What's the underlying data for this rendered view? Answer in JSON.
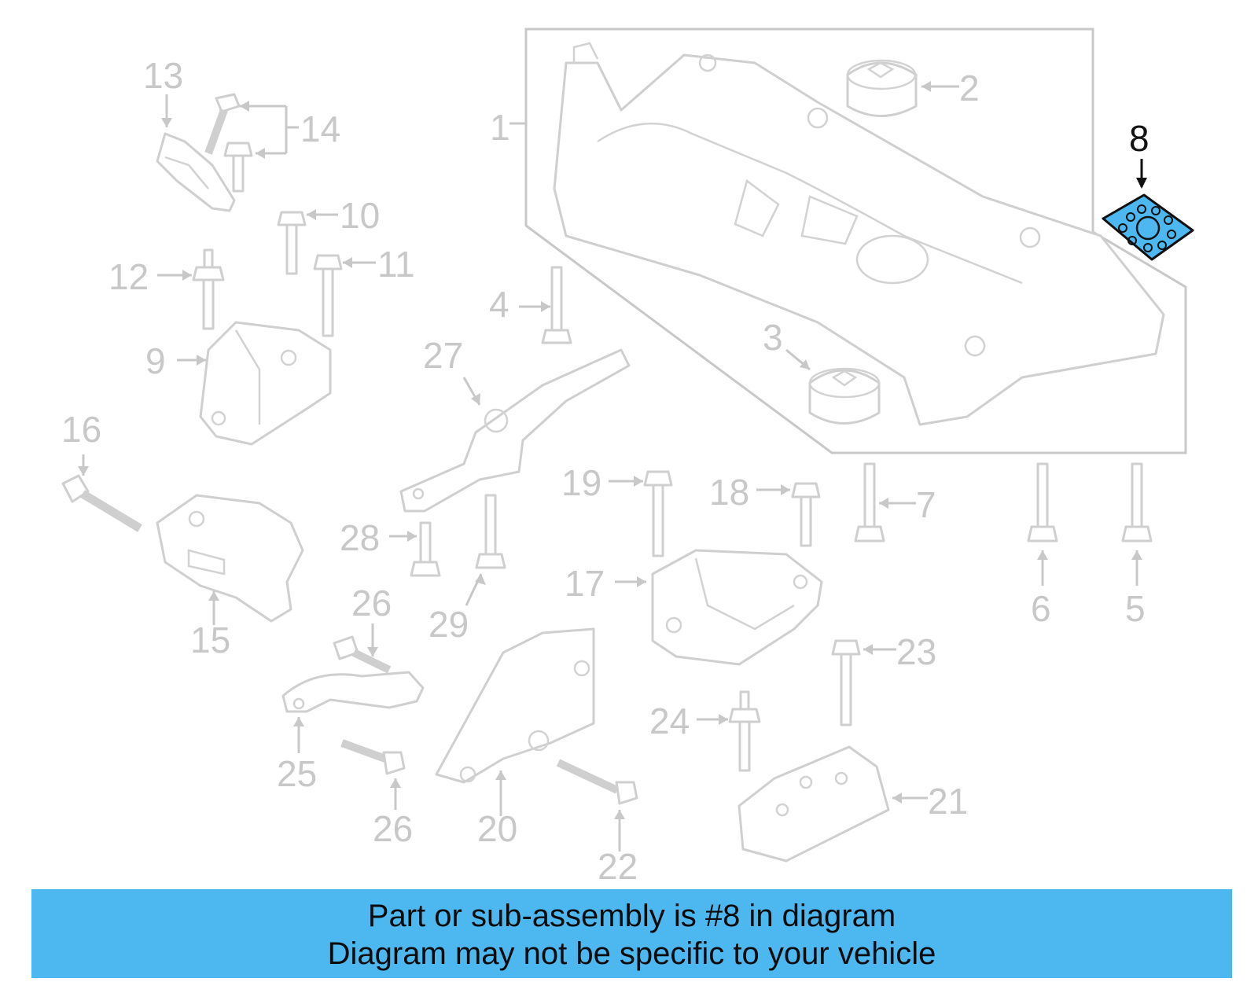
{
  "diagram": {
    "highlight_color": "#4db7f0",
    "line_color": "#c8c8c8",
    "highlighted_part": "8",
    "callouts": [
      {
        "id": "1",
        "label": "1"
      },
      {
        "id": "2",
        "label": "2"
      },
      {
        "id": "3",
        "label": "3"
      },
      {
        "id": "4",
        "label": "4"
      },
      {
        "id": "5",
        "label": "5"
      },
      {
        "id": "6",
        "label": "6"
      },
      {
        "id": "7",
        "label": "7"
      },
      {
        "id": "8",
        "label": "8"
      },
      {
        "id": "9",
        "label": "9"
      },
      {
        "id": "10",
        "label": "10"
      },
      {
        "id": "11",
        "label": "11"
      },
      {
        "id": "12",
        "label": "12"
      },
      {
        "id": "13",
        "label": "13"
      },
      {
        "id": "14",
        "label": "14"
      },
      {
        "id": "15",
        "label": "15"
      },
      {
        "id": "16",
        "label": "16"
      },
      {
        "id": "17",
        "label": "17"
      },
      {
        "id": "18",
        "label": "18"
      },
      {
        "id": "19",
        "label": "19"
      },
      {
        "id": "20",
        "label": "20"
      },
      {
        "id": "21",
        "label": "21"
      },
      {
        "id": "22",
        "label": "22"
      },
      {
        "id": "23",
        "label": "23"
      },
      {
        "id": "24",
        "label": "24"
      },
      {
        "id": "25",
        "label": "25"
      },
      {
        "id": "26a",
        "label": "26"
      },
      {
        "id": "26b",
        "label": "26"
      },
      {
        "id": "27",
        "label": "27"
      },
      {
        "id": "28",
        "label": "28"
      },
      {
        "id": "29",
        "label": "29"
      }
    ]
  },
  "banner": {
    "line1": "Part or sub-assembly is #8 in diagram",
    "line2": "Diagram may not be specific to your vehicle",
    "background": "#4db7f0"
  }
}
